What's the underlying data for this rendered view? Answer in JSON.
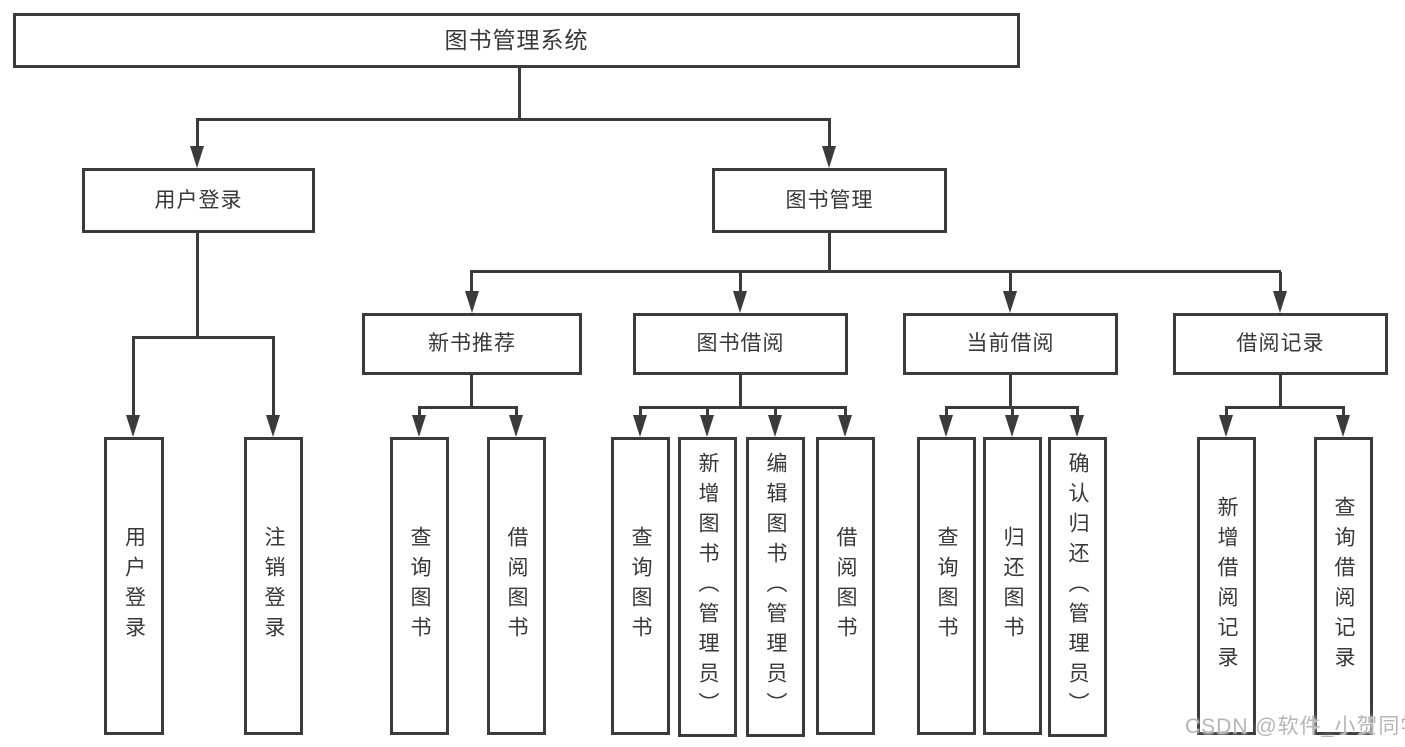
{
  "colors": {
    "line": "#3b3b3b",
    "text": "#383838",
    "box_background": "#ffffff",
    "watermark": "#b6b6b6"
  },
  "watermark": {
    "text": "CSDN @软件_小贺同学"
  },
  "tree": {
    "root": {
      "label": "图书管理系统"
    },
    "branches": [
      {
        "label": "用户登录",
        "children": [
          {
            "label": "用户登录"
          },
          {
            "label": "注销登录"
          }
        ]
      },
      {
        "label": "图书管理",
        "children": [
          {
            "label": "新书推荐",
            "children": [
              {
                "label": "查询图书"
              },
              {
                "label": "借阅图书"
              }
            ]
          },
          {
            "label": "图书借阅",
            "children": [
              {
                "label": "查询图书"
              },
              {
                "label": "新增图书（管理员）"
              },
              {
                "label": "编辑图书（管理员）"
              },
              {
                "label": "借阅图书"
              }
            ]
          },
          {
            "label": "当前借阅",
            "children": [
              {
                "label": "查询图书"
              },
              {
                "label": "归还图书"
              },
              {
                "label": "确认归还（管理员）"
              }
            ]
          },
          {
            "label": "借阅记录",
            "children": [
              {
                "label": "新增借阅记录"
              },
              {
                "label": "查询借阅记录"
              }
            ]
          }
        ]
      }
    ]
  }
}
